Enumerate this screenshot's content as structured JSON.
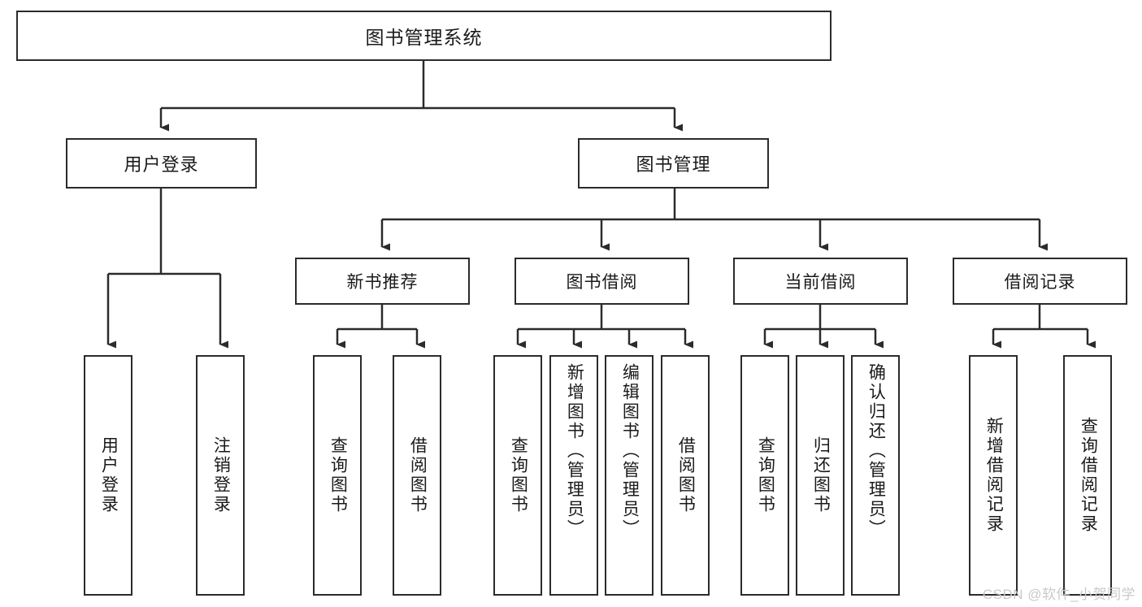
{
  "diagram": {
    "title": "图书管理系统",
    "type": "tree",
    "watermark": "CSDN @软件_小贺同学",
    "colors": {
      "border": "#2b2b2b",
      "background": "#ffffff",
      "text": "#1a1a1a",
      "edge": "#2b2b2b",
      "watermark": "#c9c9c9"
    },
    "root": {
      "label": "图书管理系统"
    },
    "level1": [
      {
        "label": "用户登录"
      },
      {
        "label": "图书管理"
      }
    ],
    "level2": [
      {
        "label": "新书推荐"
      },
      {
        "label": "图书借阅"
      },
      {
        "label": "当前借阅"
      },
      {
        "label": "借阅记录"
      }
    ],
    "leaves": {
      "user_login": [
        {
          "label": "用户登录"
        },
        {
          "label": "注销登录"
        }
      ],
      "new_book": [
        {
          "label": "查询图书"
        },
        {
          "label": "借阅图书"
        }
      ],
      "book_borrow": [
        {
          "label": "查询图书"
        },
        {
          "label": "新增图书（管理员）"
        },
        {
          "label": "编辑图书（管理员）"
        },
        {
          "label": "借阅图书"
        }
      ],
      "current_borrow": [
        {
          "label": "查询图书"
        },
        {
          "label": "归还图书"
        },
        {
          "label": "确认归还（管理员）"
        }
      ],
      "borrow_record": [
        {
          "label": "新增借阅记录"
        },
        {
          "label": "查询借阅记录"
        }
      ]
    }
  }
}
